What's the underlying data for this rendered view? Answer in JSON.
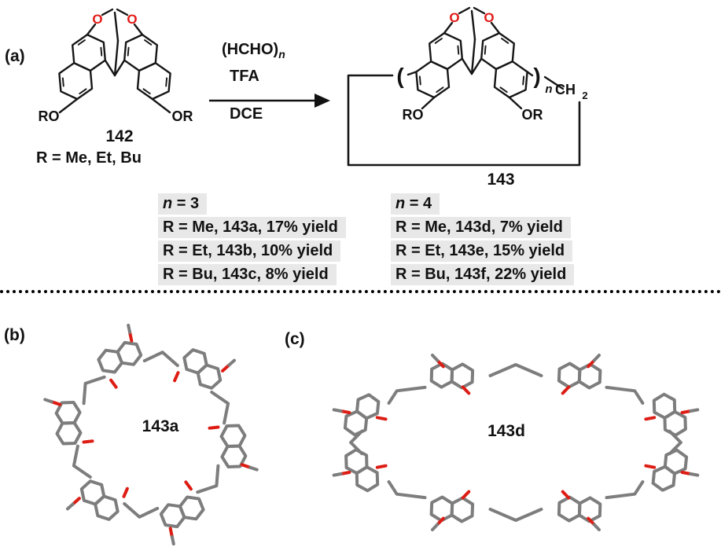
{
  "panel_a": {
    "label": "(a)"
  },
  "scheme": {
    "reactant": {
      "label": "142",
      "r_note": "R = Me, Et, Bu",
      "left_sub": "RO",
      "right_sub": "OR",
      "o_atom": "O"
    },
    "conditions": {
      "line1": "(HCHO)",
      "line1_sub": "n",
      "line2": "TFA",
      "line3": "DCE"
    },
    "product": {
      "label": "143",
      "left_sub": "RO",
      "right_sub": "OR",
      "o_atom": "O",
      "bracket_left": "(",
      "bracket_right": ")",
      "bracket_sub": "n",
      "ch": "CH",
      "ch_sub": "2"
    },
    "yields": {
      "col1": {
        "header_i": "n",
        "header_rest": " = 3",
        "rows": [
          "R = Me, 143a, 17% yield",
          "R = Et, 143b, 10% yield",
          "R = Bu, 143c, 8% yield"
        ]
      },
      "col2": {
        "header_i": "n",
        "header_rest": " = 4",
        "rows": [
          "R = Me, 143d, 7% yield",
          "R = Et, 143e, 15% yield",
          "R = Bu, 143f, 22% yield"
        ]
      }
    }
  },
  "panel_b": {
    "label": "(b)",
    "compound": "143a"
  },
  "panel_c": {
    "label": "(c)",
    "compound": "143d"
  },
  "colors": {
    "oxygen_red": "#dd1d14",
    "carbon_gray": "#7d7d7d",
    "bond_black": "#161616",
    "highlight_gray": "#e8e8e8"
  }
}
